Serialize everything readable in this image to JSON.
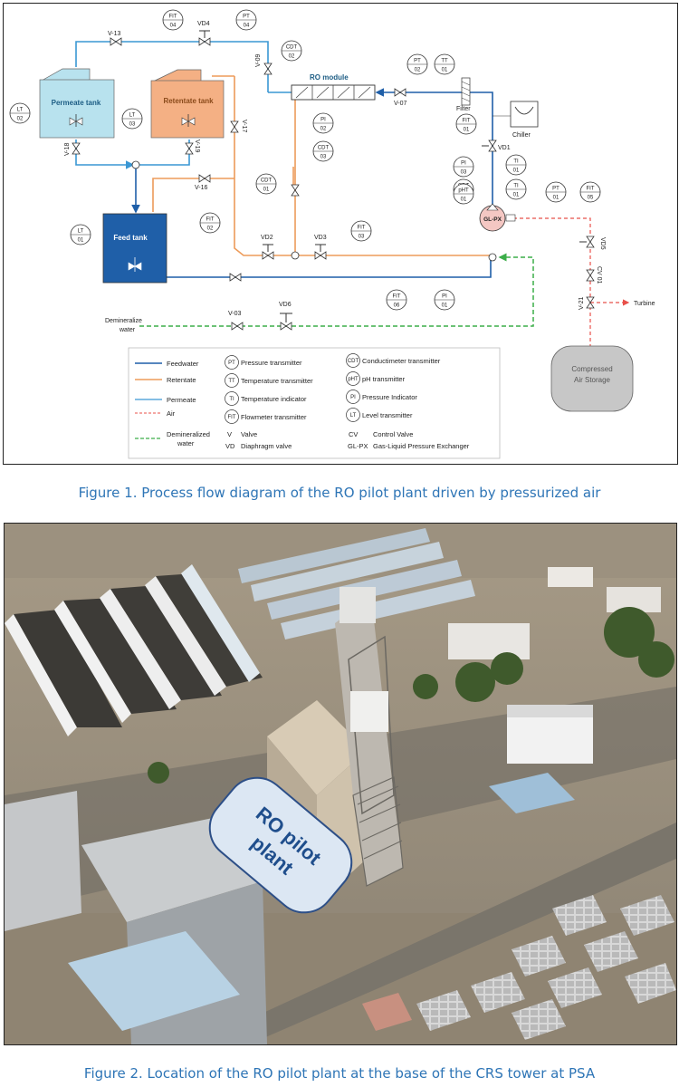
{
  "diagram": {
    "tanks": {
      "permeate": "Permeate tank",
      "retentate": "Retentate tank",
      "feed": "Feed tank",
      "air_storage_line1": "Compressed",
      "air_storage_line2": "Air Storage"
    },
    "units": {
      "ro_module": "RO module",
      "filter": "Filter",
      "chiller": "Chiller",
      "glpx": "GL-PX",
      "turbine": "Turbine",
      "demin_line1": "Demineralize",
      "demin_line2": "water"
    },
    "instruments": [
      {
        "id": "fit04a",
        "top": "FIT",
        "bottom": "04"
      },
      {
        "id": "pt04",
        "top": "PT",
        "bottom": "04"
      },
      {
        "id": "lt02",
        "top": "LT",
        "bottom": "02"
      },
      {
        "id": "lt03",
        "top": "LT",
        "bottom": "03"
      },
      {
        "id": "cdt02",
        "top": "CDT",
        "bottom": "02"
      },
      {
        "id": "pt02",
        "top": "PT",
        "bottom": "02"
      },
      {
        "id": "tt01",
        "top": "TT",
        "bottom": "01"
      },
      {
        "id": "fit01",
        "top": "FIT",
        "bottom": "01"
      },
      {
        "id": "pi02",
        "top": "PI",
        "bottom": "02"
      },
      {
        "id": "cdt03",
        "top": "CDT",
        "bottom": "03"
      },
      {
        "id": "cdt01",
        "top": "CDT",
        "bottom": "01"
      },
      {
        "id": "fit02",
        "top": "FIT",
        "bottom": "02"
      },
      {
        "id": "lt01",
        "top": "LT",
        "bottom": "01"
      },
      {
        "id": "ti01",
        "top": "TI",
        "bottom": "01"
      },
      {
        "id": "pi03",
        "top": "PI",
        "bottom": "03"
      },
      {
        "id": "cdt01b",
        "top": "CDT",
        "bottom": "01"
      },
      {
        "id": "ti02",
        "top": "TI",
        "bottom": "01"
      },
      {
        "id": "ph01",
        "top": "pHT",
        "bottom": "01"
      },
      {
        "id": "pt01",
        "top": "PT",
        "bottom": "01"
      },
      {
        "id": "fit05",
        "top": "FIT",
        "bottom": "05"
      },
      {
        "id": "fit03",
        "top": "FIT",
        "bottom": "03"
      },
      {
        "id": "fit06",
        "top": "FIT",
        "bottom": "06"
      },
      {
        "id": "pi01",
        "top": "PI",
        "bottom": "01"
      }
    ],
    "valves": {
      "v13": "V-13",
      "vd4": "VD4",
      "v09": "V-09",
      "v07": "V-07",
      "v18": "V-18",
      "v19": "V-19",
      "v17": "V-17",
      "v16": "V-16",
      "vd1": "VD1",
      "vd2": "VD2",
      "vd3": "VD3",
      "vd5": "VD5",
      "cv01": "CV 01",
      "v21": "V-21",
      "v03": "V-03",
      "vd6": "VD6"
    },
    "legend": {
      "feedwater": "Feedwater",
      "retentate": "Retentate",
      "permeate": "Permeate",
      "air": "Air",
      "demin_line1": "Demineralized",
      "demin_line2": "water",
      "pt": "Pressure transmitter",
      "tt": "Temperature transmitter",
      "ti": "Temperature indicator",
      "fit": "Flowmeter transmitter",
      "v": "Valve",
      "vd": "Diaphragm valve",
      "cdt": "Conductimeter transmitter",
      "pht": "pH transmitter",
      "pi": "Pressure Indicator",
      "lt": "Level transmitter",
      "cv": "Control Valve",
      "glpx": "Gas-Liquid Pressure Exchanger",
      "sym_pt": "PT",
      "sym_tt": "TT",
      "sym_ti": "TI",
      "sym_fit": "FIT",
      "sym_v": "V",
      "sym_vd": "VD",
      "sym_cdt": "CDT",
      "sym_pht": "pHT",
      "sym_pi": "PI",
      "sym_lt": "LT",
      "sym_cv": "CV",
      "sym_glpx": "GL-PX"
    }
  },
  "captions": {
    "figure1": "Figure 1. Process flow diagram of the RO pilot plant driven by pressurized air",
    "figure2": "Figure 2. Location of the RO pilot plant at the base of the CRS tower at  PSA"
  },
  "photo": {
    "label_line1": "RO pilot",
    "label_line2": "plant"
  },
  "colors": {
    "feedwater": "#1f5fa8",
    "retentate": "#ed9b5a",
    "permeate": "#3a97d4",
    "air": "#e8504a",
    "demin": "#3cae49"
  }
}
